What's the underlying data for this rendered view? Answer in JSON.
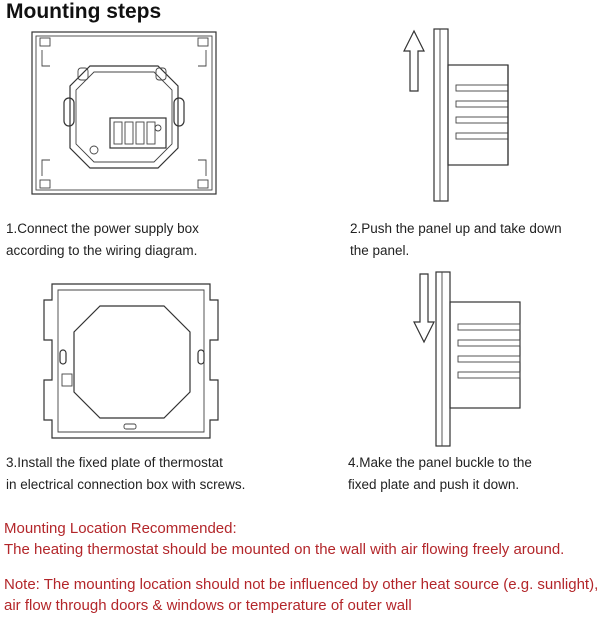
{
  "title": "Mounting steps",
  "steps": [
    {
      "line1": "1.Connect the power supply box",
      "line2": "according to the wiring diagram."
    },
    {
      "line1": "2.Push the panel up and take down",
      "line2": "the panel."
    },
    {
      "line1": "3.Install the fixed plate of thermostat",
      "line2": "in electrical connection box with screws."
    },
    {
      "line1": "4.Make the panel buckle to the",
      "line2": "fixed plate and push it down."
    }
  ],
  "location": {
    "heading": "Mounting Location Recommended:",
    "text": "The heating thermostat should be mounted on the wall with air flowing freely around."
  },
  "note": {
    "line1": "Note: The mounting location should not be influenced by other heat source (e.g. sunlight),",
    "line2": "air flow through doors & windows or temperature of outer wall"
  },
  "colors": {
    "note_red": "#b3262a",
    "line": "#333333"
  },
  "icons": [
    "arrow-up-icon",
    "arrow-down-icon"
  ]
}
